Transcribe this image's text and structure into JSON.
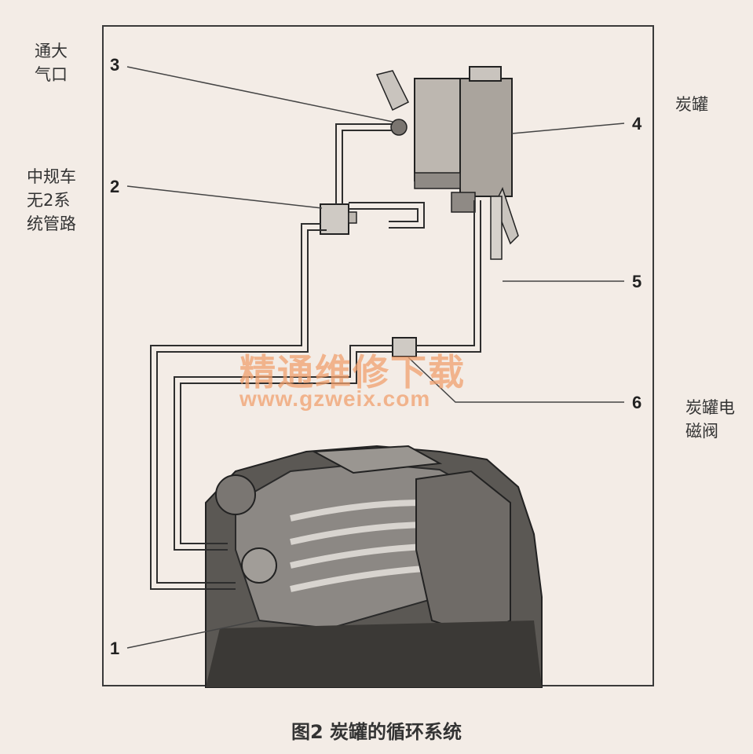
{
  "labels": {
    "vent": "通大\n气口",
    "no_system": "中规车\n无2系\n统管路",
    "canister": "炭罐",
    "canister_valve": "炭罐电\n磁阀"
  },
  "numbers": {
    "n1": "1",
    "n2": "2",
    "n3": "3",
    "n4": "4",
    "n5": "5",
    "n6": "6"
  },
  "watermark": {
    "cn": "精通维修下载",
    "url": "www.gzweix.com"
  },
  "caption": "图2    炭罐的循环系统"
}
